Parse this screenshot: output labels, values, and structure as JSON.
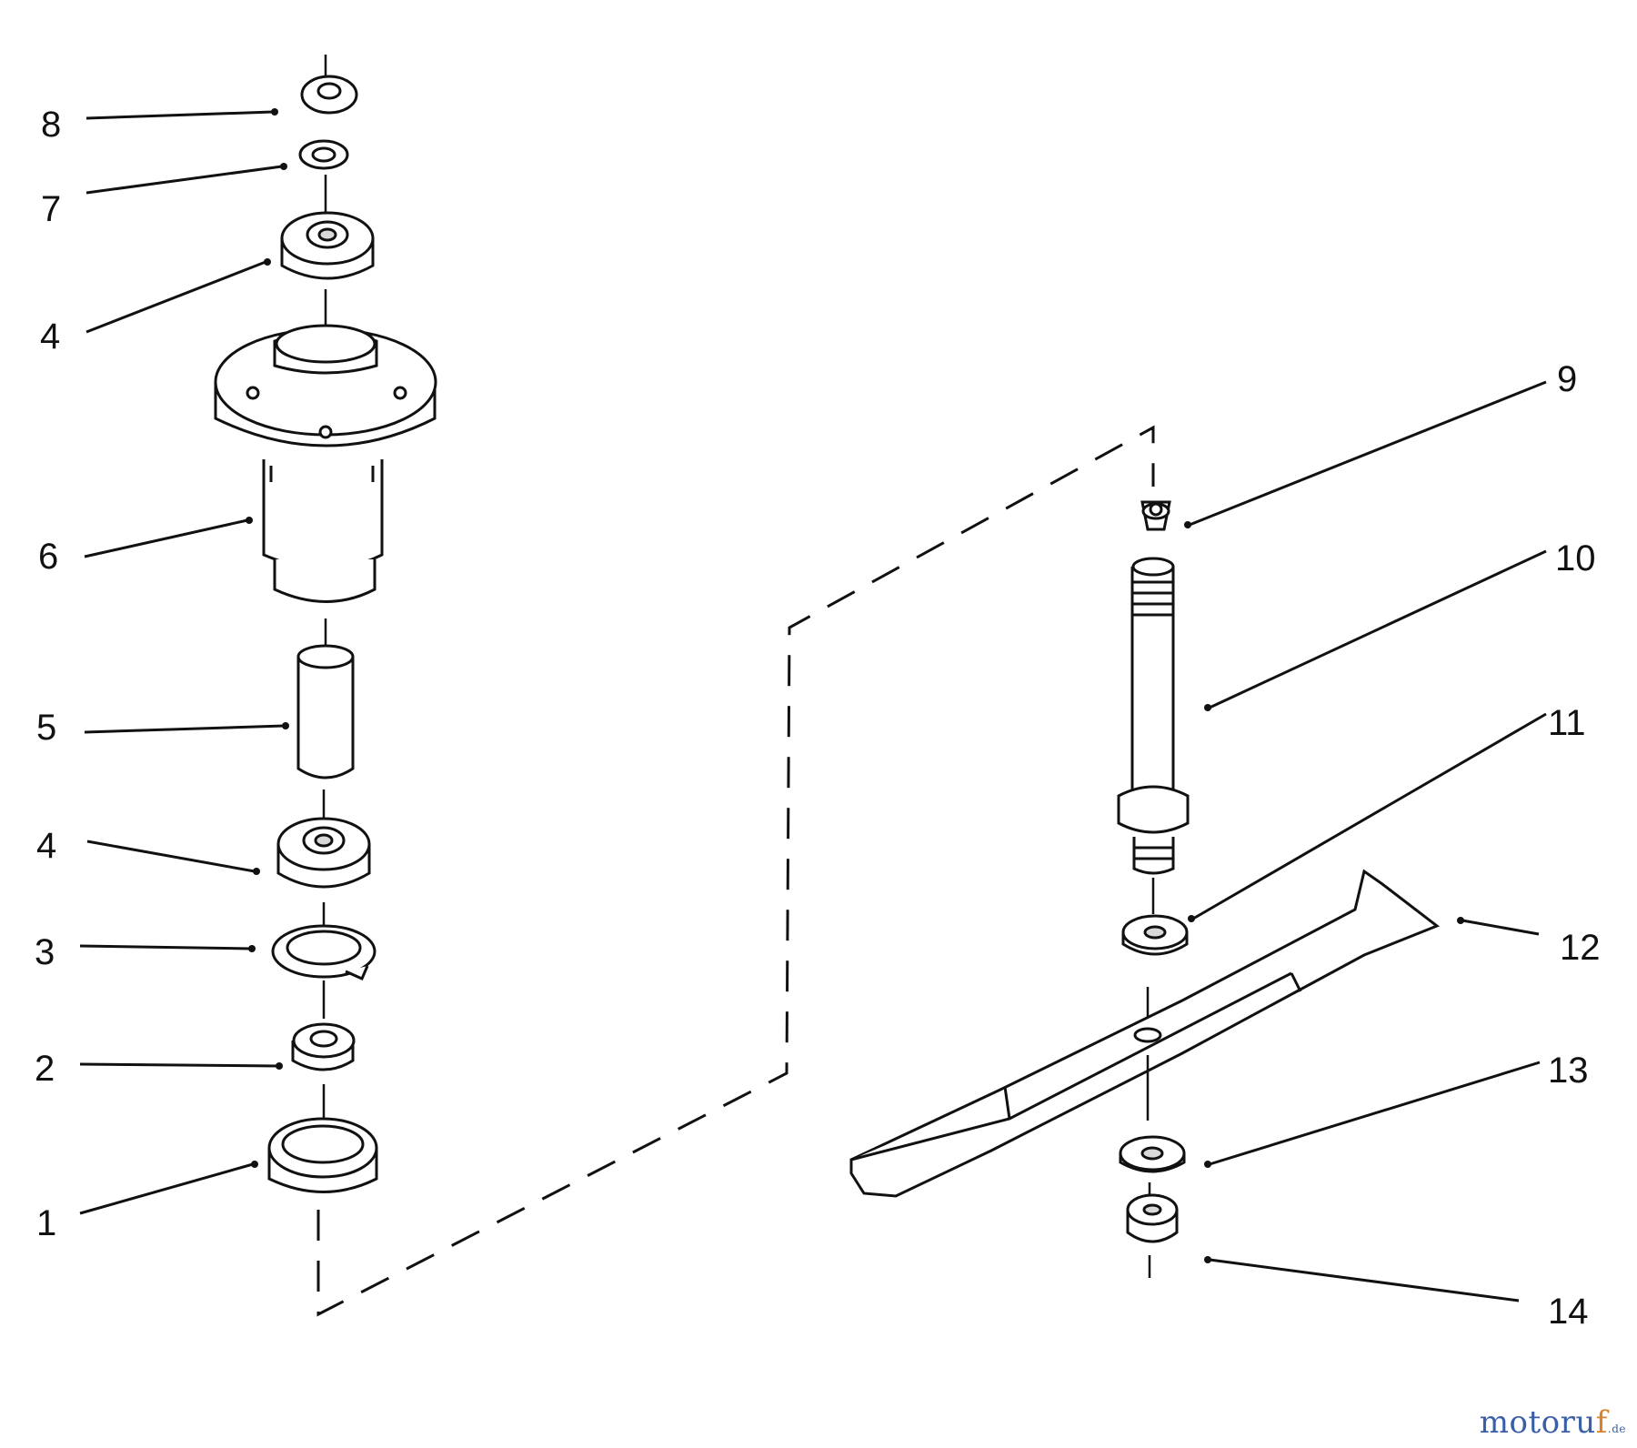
{
  "labels": {
    "p1": "1",
    "p2": "2",
    "p3": "3",
    "p4a": "4",
    "p4b": "4",
    "p5": "5",
    "p6": "6",
    "p7": "7",
    "p8": "8",
    "p9": "9",
    "p10": "10",
    "p11": "11",
    "p12": "12",
    "p13": "13",
    "p14": "14"
  },
  "watermark": {
    "part1": "motoru",
    "part2": "f",
    "suffix": ".de"
  }
}
